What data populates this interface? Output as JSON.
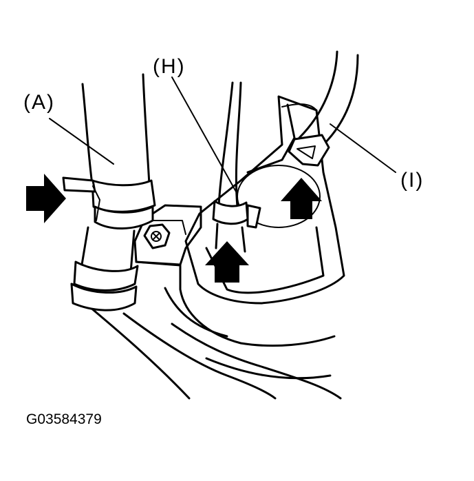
{
  "labels": {
    "a": "(A)",
    "h": "(H)",
    "i": "(I)"
  },
  "figure_code": "G03584379"
}
